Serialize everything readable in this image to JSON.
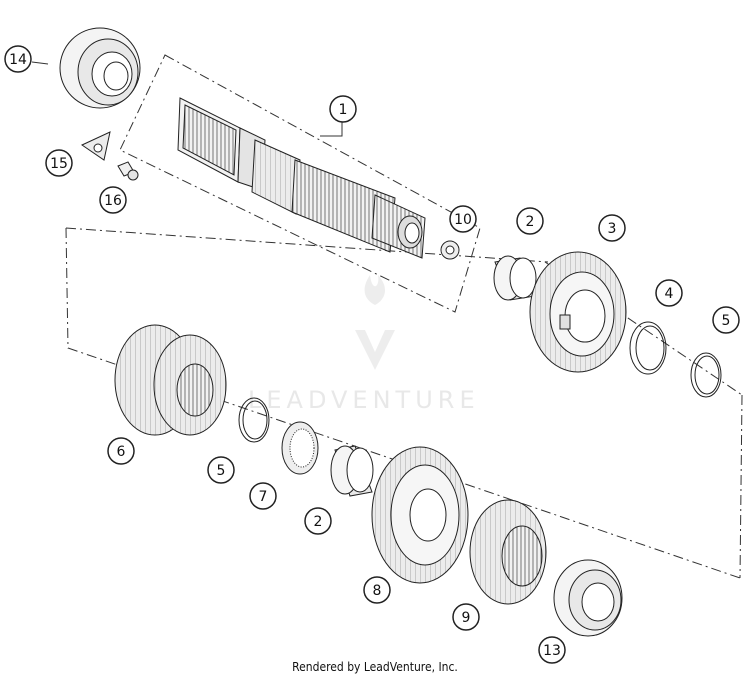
{
  "diagram": {
    "callouts": [
      {
        "label": "14"
      },
      {
        "label": "1"
      },
      {
        "label": "15"
      },
      {
        "label": "16"
      },
      {
        "label": "10"
      },
      {
        "label": "2"
      },
      {
        "label": "3"
      },
      {
        "label": "4"
      },
      {
        "label": "5"
      },
      {
        "label": "6"
      },
      {
        "label": "5"
      },
      {
        "label": "7"
      },
      {
        "label": "2"
      },
      {
        "label": "8"
      },
      {
        "label": "9"
      },
      {
        "label": "13"
      }
    ],
    "watermark": "LEADVENTURE"
  },
  "footer": {
    "credit": "Rendered by LeadVenture, Inc."
  }
}
